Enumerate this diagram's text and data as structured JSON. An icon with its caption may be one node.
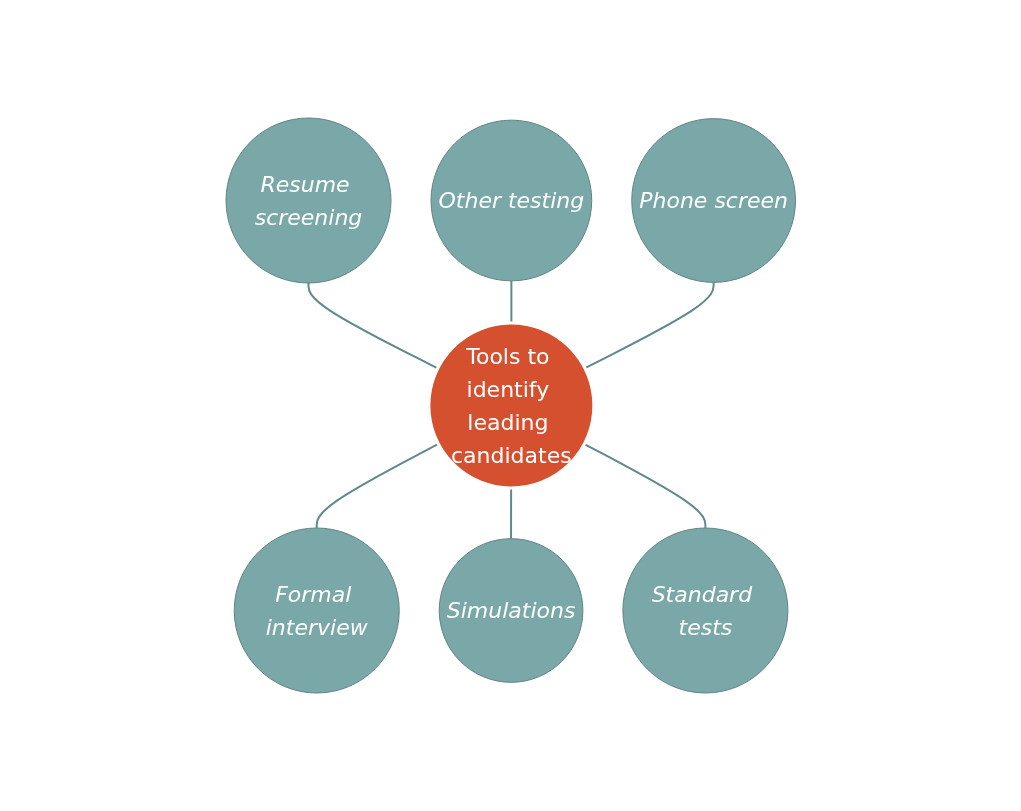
{
  "diagram": {
    "nodes": [
      {
        "text": [
          "Resume screening"
        ]
      },
      {
        "text": [
          "Other testing"
        ]
      },
      {
        "text": [
          "Phone screen"
        ]
      },
      {
        "text": [
          "Tools to identify leading candidates"
        ]
      },
      {
        "text": [
          "Formal interview"
        ]
      },
      {
        "text": [
          "Simulations"
        ]
      },
      {
        "text": [
          "Standard tests"
        ]
      }
    ],
    "edges": [
      {
        "from": 0,
        "to": 3,
        "arrow": "none"
      },
      {
        "from": 1,
        "to": 3,
        "arrow": "none"
      },
      {
        "from": 2,
        "to": 3,
        "arrow": "none"
      },
      {
        "from": 3,
        "to": 4,
        "arrow": "none"
      },
      {
        "from": 3,
        "to": 5,
        "arrow": "none"
      },
      {
        "from": 3,
        "to": 6,
        "arrow": "none"
      }
    ]
  }
}
